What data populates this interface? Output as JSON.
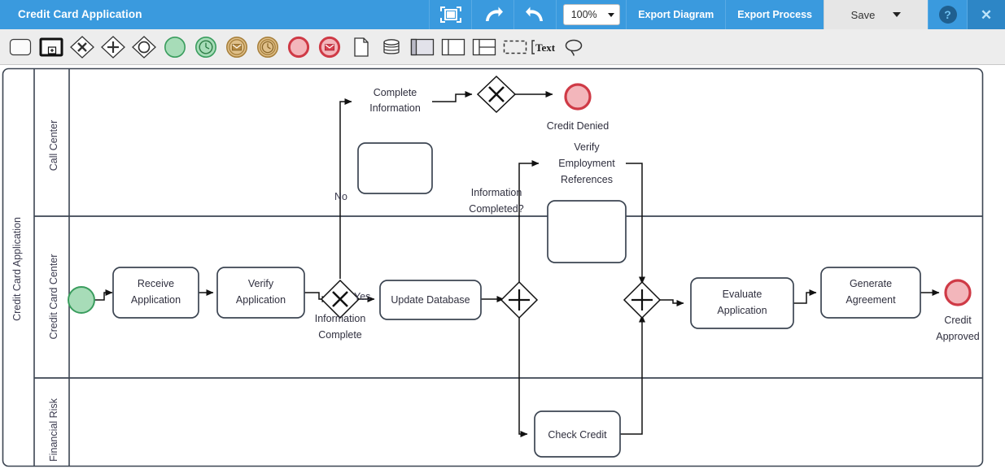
{
  "titlebar": {
    "title": "Credit Card Application",
    "fullscreen_icon": "fullscreen-icon",
    "redo_icon": "redo-arrow-icon",
    "undo_icon": "undo-arrow-icon",
    "zoom_value": "100%",
    "export_diagram_label": "Export Diagram",
    "export_process_label": "Export Process",
    "save_label": "Save",
    "help_label": "?",
    "close_label": "✕",
    "bg_color": "#3a9ade",
    "save_bg_color": "#e6e6e6"
  },
  "palette": {
    "items": [
      {
        "name": "task-tool",
        "title": "Task"
      },
      {
        "name": "subprocess-tool",
        "title": "Sub-Process"
      },
      {
        "name": "exclusive-gateway-tool",
        "title": "Exclusive Gateway"
      },
      {
        "name": "parallel-gateway-tool",
        "title": "Parallel Gateway"
      },
      {
        "name": "inclusive-gateway-tool",
        "title": "Inclusive Gateway"
      },
      {
        "name": "start-event-tool",
        "title": "Start Event"
      },
      {
        "name": "start-timer-event-tool",
        "title": "Start Timer Event"
      },
      {
        "name": "intermediate-message-event-tool",
        "title": "Intermediate Message Event"
      },
      {
        "name": "intermediate-timer-event-tool",
        "title": "Intermediate Timer Event"
      },
      {
        "name": "end-event-tool",
        "title": "End Event"
      },
      {
        "name": "end-message-event-tool",
        "title": "End Message Event"
      },
      {
        "name": "data-object-tool",
        "title": "Data Object"
      },
      {
        "name": "data-store-tool",
        "title": "Data Store"
      },
      {
        "name": "pool-tool",
        "title": "Pool"
      },
      {
        "name": "lane-tool",
        "title": "Lane"
      },
      {
        "name": "horizontal-lane-tool",
        "title": "Horizontal Lane"
      },
      {
        "name": "group-tool",
        "title": "Group"
      },
      {
        "name": "text-annotation-tool",
        "title": "Text"
      },
      {
        "name": "lasso-tool",
        "title": "Lasso"
      }
    ]
  },
  "diagram": {
    "pool_label": "Credit Card Application",
    "lanes": [
      {
        "label": "Call Center"
      },
      {
        "label": "Credit Card Center"
      },
      {
        "label": "Financial Risk"
      }
    ],
    "tasks": [
      {
        "name": "complete-information",
        "lines": [
          "Complete",
          "Information"
        ]
      },
      {
        "name": "verify-employment-references",
        "lines": [
          "Verify",
          "Employment",
          "References"
        ]
      },
      {
        "name": "receive-application",
        "lines": [
          "Receive",
          "Application"
        ]
      },
      {
        "name": "verify-application",
        "lines": [
          "Verify",
          "Application"
        ]
      },
      {
        "name": "update-database",
        "lines": [
          "Update Database"
        ]
      },
      {
        "name": "evaluate-application",
        "lines": [
          "Evaluate",
          "Application"
        ]
      },
      {
        "name": "generate-agreement",
        "lines": [
          "Generate",
          "Agreement"
        ]
      },
      {
        "name": "check-credit",
        "lines": [
          "Check Credit"
        ]
      }
    ],
    "gateways": [
      {
        "name": "information-completed-gateway",
        "type": "exclusive",
        "lines": [
          "Information",
          "Completed?"
        ]
      },
      {
        "name": "information-complete-gateway",
        "type": "exclusive",
        "lines": [
          "Information",
          "Complete"
        ]
      },
      {
        "name": "parallel-split-gateway",
        "type": "parallel",
        "lines": []
      },
      {
        "name": "parallel-join-gateway",
        "type": "parallel",
        "lines": []
      }
    ],
    "events": [
      {
        "name": "start-event",
        "type": "start",
        "label": ""
      },
      {
        "name": "credit-denied-end-event",
        "type": "end",
        "label": "Credit Denied"
      },
      {
        "name": "credit-approved-end-event",
        "type": "end",
        "lines": [
          "Credit",
          "Approved"
        ]
      }
    ],
    "flow_labels": [
      {
        "name": "flow-label-no",
        "text": "No"
      },
      {
        "name": "flow-label-yes",
        "text": "Yes"
      }
    ],
    "colors": {
      "start_fill": "#a7dcb8",
      "start_stroke": "#339a56",
      "end_fill": "#f3b6bb",
      "end_stroke": "#cc3344",
      "shape_stroke": "#3c4552",
      "lane_stroke": "#3c4552"
    }
  }
}
